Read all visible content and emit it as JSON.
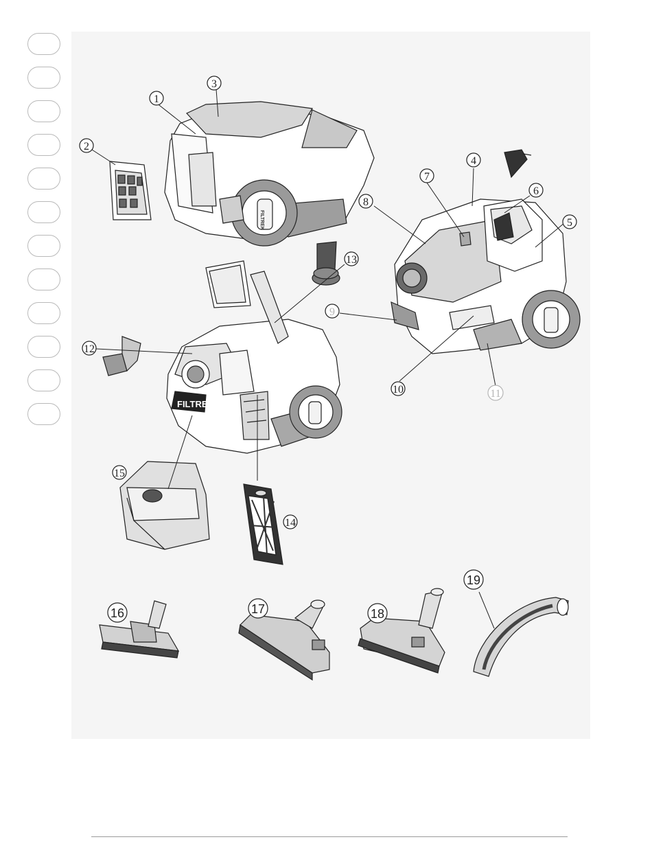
{
  "callouts": {
    "c1": "1",
    "c2": "2",
    "c3": "3",
    "c4": "4",
    "c5": "5",
    "c6": "6",
    "c7": "7",
    "c8": "8",
    "c9": "9",
    "c10": "10",
    "c11": "11",
    "c12": "12",
    "c13": "13",
    "c14": "14",
    "c15": "15",
    "c16": "16",
    "c17": "17",
    "c18": "18",
    "c19": "19"
  },
  "brand_text": "FILTREK",
  "colors": {
    "panel": "#f5f5f5",
    "body": "#ffffff",
    "shade": "#b8b8b8",
    "dark": "#3a3a3a",
    "line": "#222222"
  }
}
